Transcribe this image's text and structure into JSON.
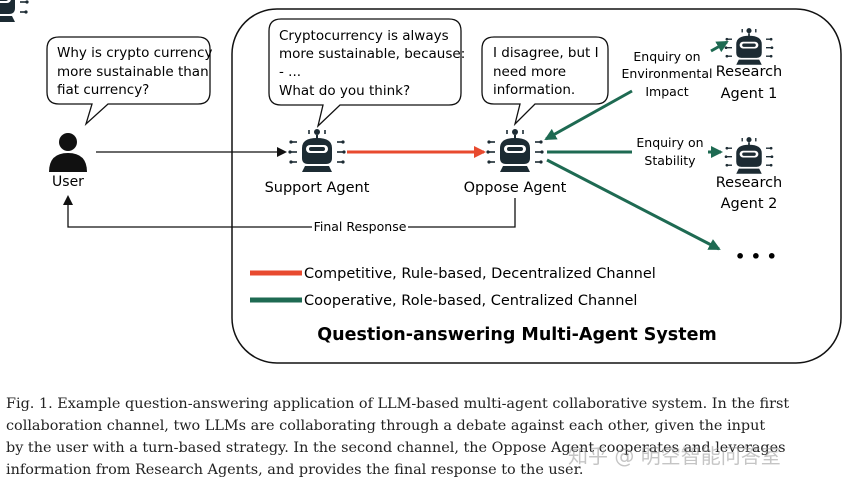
{
  "diagram": {
    "user_label": "User",
    "support_agent_label": "Support Agent",
    "oppose_agent_label": "Oppose Agent",
    "research_agent_1": [
      "Research",
      "Agent 1"
    ],
    "research_agent_2": [
      "Research",
      "Agent 2"
    ],
    "more_agents": "• • •",
    "enquiry_env": [
      "Enquiry on",
      "Environmental",
      "Impact"
    ],
    "enquiry_stability": [
      "Enquiry on",
      "Stability"
    ],
    "final_response": "Final Response",
    "system_title": "Question-answering Multi-Agent System",
    "bubble_user": [
      "Why is crypto currency",
      "more sustainable than",
      "fiat currency?"
    ],
    "bubble_support": [
      "Cryptocurrency is always",
      "more sustainable, because:",
      "- ...",
      "What do you think?"
    ],
    "bubble_oppose": [
      "I disagree, but I",
      "need more",
      "information."
    ],
    "legend": [
      {
        "label": "Competitive, Rule-based, Decentralized Channel",
        "color": "#e84a2f"
      },
      {
        "label": "Cooperative, Role-based, Centralized Channel",
        "color": "#1e6a52"
      }
    ]
  },
  "caption_lines": [
    "Fig. 1.  Example question-answering application of LLM-based multi-agent collaborative system. In the first",
    "collaboration channel, two LLMs are collaborating through a debate against each other, given the input",
    "by the user with a turn-based strategy. In the second channel, the Oppose Agent cooperates and leverages",
    "information from Research Agents, and provides the final response to the user."
  ],
  "watermark": "知乎 @ 明空智能问答室",
  "colors": {
    "competitive": "#e84a2f",
    "cooperative": "#1e6a52",
    "agent": "#1c2b33"
  }
}
